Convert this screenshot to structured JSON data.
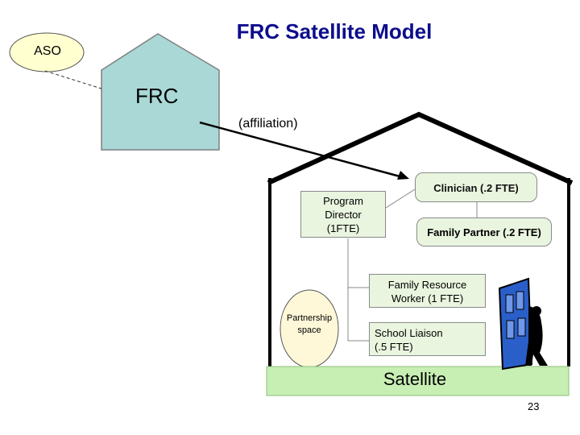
{
  "title": "FRC Satellite Model",
  "aso_label": "ASO",
  "frc_label": "FRC",
  "affiliation_label": "(affiliation)",
  "program_director": {
    "line1": "Program",
    "line2": "Director",
    "line3": "(1FTE)"
  },
  "clinician": "Clinician (.2 FTE)",
  "family_partner": "Family Partner (.2 FTE)",
  "family_resource_worker": {
    "line1": "Family Resource",
    "line2": "Worker (1 FTE)"
  },
  "school_liaison": {
    "line1": "School Liaison",
    "line2": "(.5 FTE)"
  },
  "partnership_space": {
    "line1": "Partnership",
    "line2": "space"
  },
  "satellite_label": "Satellite",
  "page_number": "23",
  "colors": {
    "title": "#0d0d8c",
    "frc_house_fill": "#a9d8d6",
    "box_fill": "#e9f5df",
    "satellite_fill": "#c7efb4",
    "aso_fill": "#ffffd0",
    "door": "#2a5fc9"
  }
}
